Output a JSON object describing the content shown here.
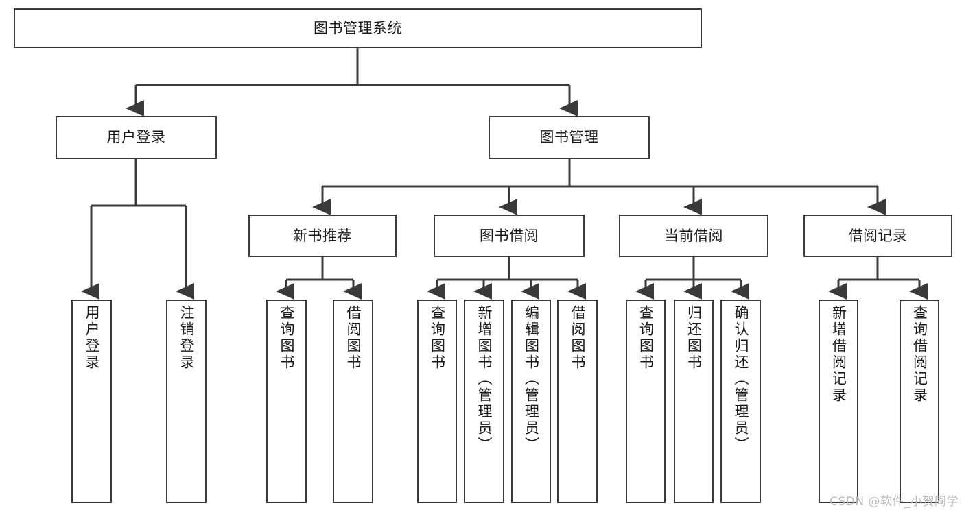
{
  "diagram": {
    "title": "图书管理系统",
    "type": "tree-hierarchy",
    "stroke_color": "#3a3a3a",
    "text_color": "#1a1a1a",
    "background": "#ffffff"
  },
  "root": {
    "label": "图书管理系统"
  },
  "level2": [
    {
      "label": "用户登录"
    },
    {
      "label": "图书管理"
    }
  ],
  "level3": [
    {
      "label": "新书推荐"
    },
    {
      "label": "图书借阅"
    },
    {
      "label": "当前借阅"
    },
    {
      "label": "借阅记录"
    }
  ],
  "leaves": {
    "user_login": [
      {
        "label": "用户登录"
      },
      {
        "label": "注销登录"
      }
    ],
    "new_book": [
      {
        "label": "查询图书"
      },
      {
        "label": "借阅图书"
      }
    ],
    "book_borrow": [
      {
        "label": "查询图书"
      },
      {
        "label": "新增图书（管理员）"
      },
      {
        "label": "编辑图书（管理员）"
      },
      {
        "label": "借阅图书"
      }
    ],
    "current_borrow": [
      {
        "label": "查询图书"
      },
      {
        "label": "归还图书"
      },
      {
        "label": "确认归还（管理员）"
      }
    ],
    "borrow_record": [
      {
        "label": "新增借阅记录"
      },
      {
        "label": "查询借阅记录"
      }
    ]
  },
  "watermark": {
    "text": "CSDN @软件_小贺同学"
  }
}
